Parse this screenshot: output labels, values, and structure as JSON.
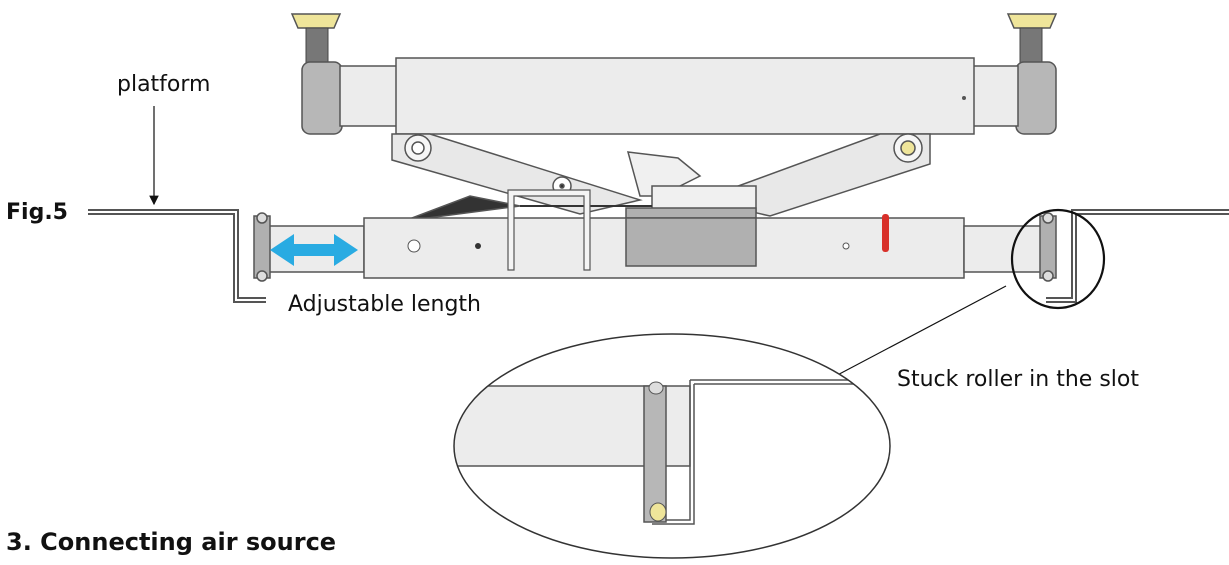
{
  "labels": {
    "platform": "platform",
    "fig": "Fig.5",
    "adjustable_length": "Adjustable length",
    "stuck_roller": "Stuck roller in the slot",
    "section_heading": "3.   Connecting air source"
  },
  "colors": {
    "body_fill": "#ececec",
    "outline": "#555555",
    "dark_part": "#b0b0b0",
    "arrow_blue": "#29abe2",
    "handle_red": "#d8302a",
    "pad_yellow": "#efe59a"
  }
}
